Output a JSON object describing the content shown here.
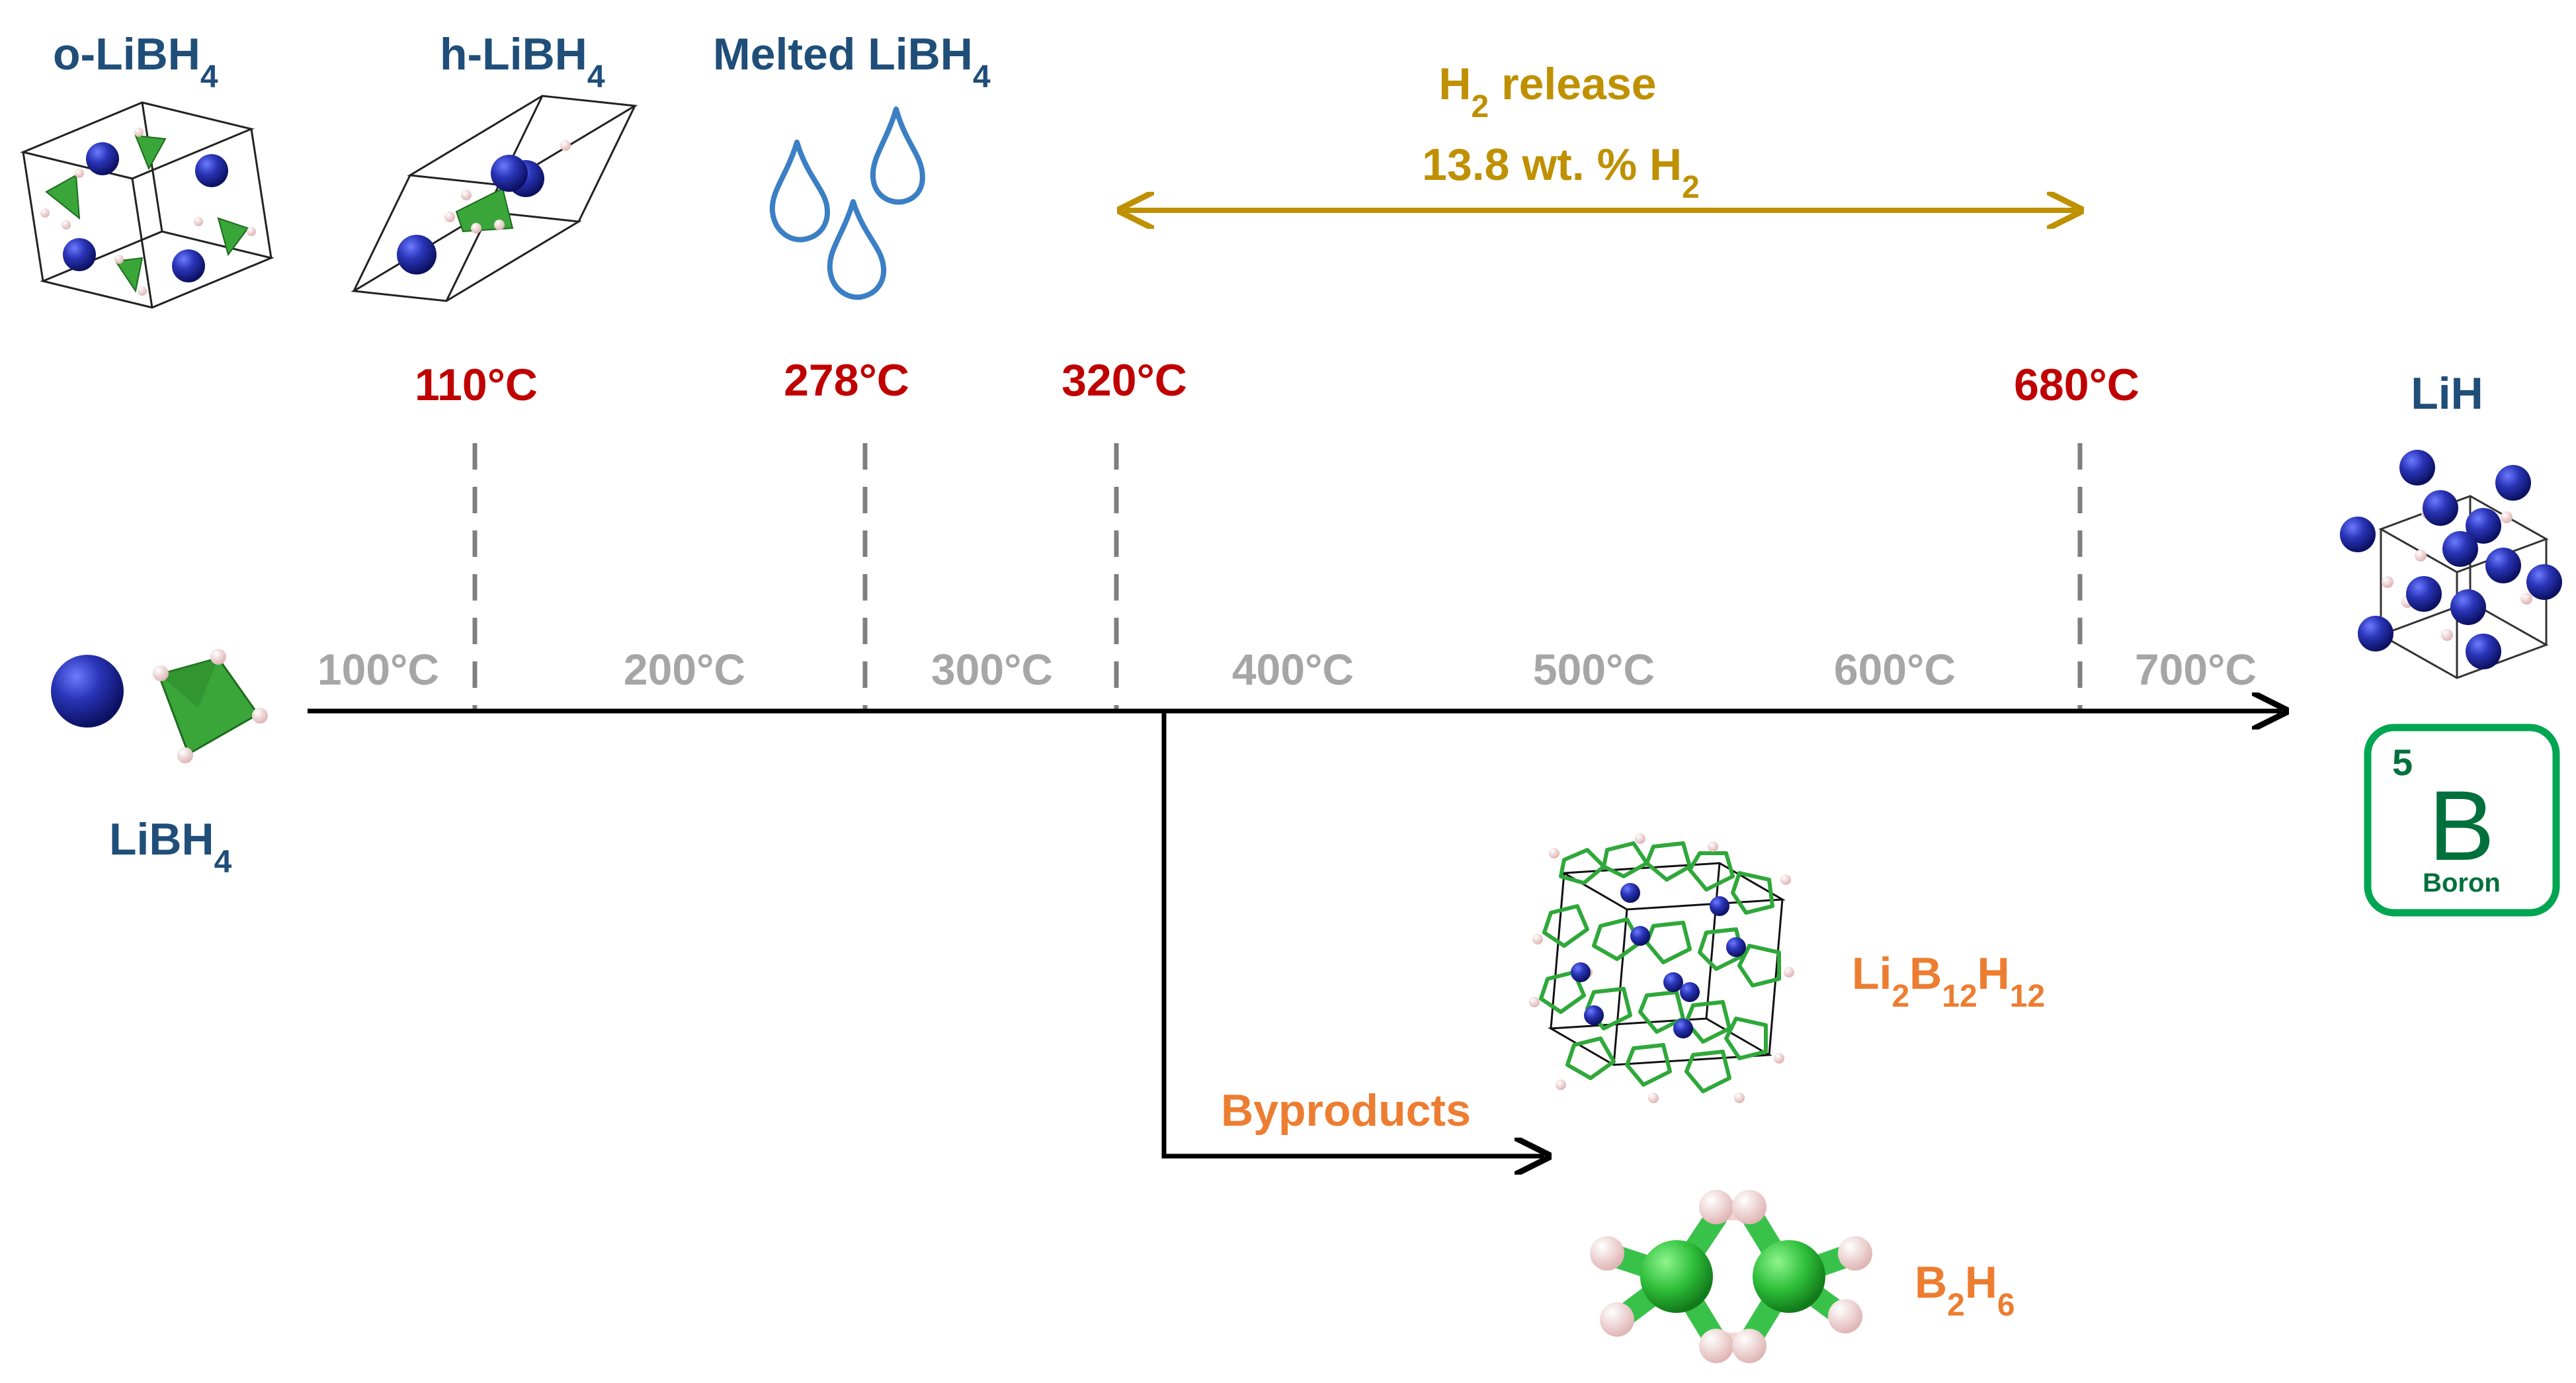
{
  "phases": {
    "orthorhombic": {
      "base": "o-LiBH",
      "sub": "4"
    },
    "hexagonal": {
      "base": "h-LiBH",
      "sub": "4"
    },
    "melted": {
      "base": "Melted LiBH",
      "sub": "4"
    },
    "reactant": {
      "base": "LiBH",
      "sub": "4"
    },
    "product_lih": "LiH"
  },
  "transitions": [
    "110°C",
    "278°C",
    "320°C",
    "680°C"
  ],
  "axis_ticks": [
    "100°C",
    "200°C",
    "300°C",
    "400°C",
    "500°C",
    "600°C",
    "700°C"
  ],
  "h2_release": {
    "label_pre": "H",
    "label_sub": "2",
    "label_post": " release",
    "amount_pre": "13.8 wt. % H",
    "amount_sub": "2"
  },
  "byproducts": {
    "label": "Byproducts",
    "li2b12h12": {
      "p1": "Li",
      "s1": "2",
      "p2": "B",
      "s2": "12",
      "p3": "H",
      "s3": "12"
    },
    "b2h6": {
      "p1": "B",
      "s1": "2",
      "p2": "H",
      "s2": "6"
    }
  },
  "boron": {
    "number": "5",
    "symbol": "B",
    "name": "Boron"
  },
  "colors": {
    "phase_text": "#1f4e79",
    "temperature_text": "#c00000",
    "tick_text": "#a6a6a6",
    "h2_text": "#bf9000",
    "byproduct_text": "#ed7d31",
    "li_atom": "#1f2a9e",
    "bh4_tetrahedron": "#3aa63a",
    "h_atom": "#f2d6d6",
    "boron_green": "#00a651",
    "droplet_blue": "#3b7fc4"
  },
  "icons": [
    "li-atom-icon",
    "bh4-tetrahedron-icon",
    "crystal-cell-icon",
    "droplet-icon",
    "boron-element-icon",
    "b2h6-molecule-icon",
    "b12-cluster-icon",
    "lih-lattice-icon"
  ]
}
